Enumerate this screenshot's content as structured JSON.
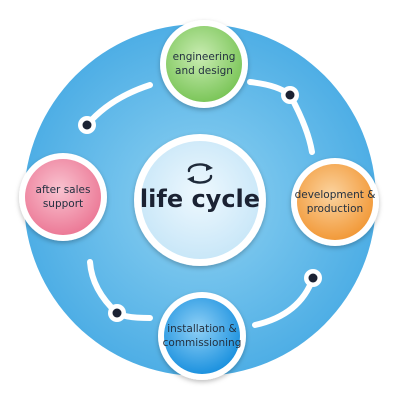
{
  "center": {
    "title": "life cycle",
    "icon": "refresh-cycle-icon"
  },
  "stages": [
    {
      "id": "engineering-and-design",
      "label": "engineering\nand design",
      "color": "#8fd16f"
    },
    {
      "id": "development-and-production",
      "label": "development &\nproduction",
      "color": "#f5a54a"
    },
    {
      "id": "installation-and-commissioning",
      "label": "installation &\ncommissioning",
      "color": "#2fa1e8"
    },
    {
      "id": "after-sales-support",
      "label": "after sales\nsupport",
      "color": "#f08aa2"
    }
  ],
  "colors": {
    "outer_ring": "#5cb8ea",
    "ring_track": "#ffffff",
    "dot": "#1b2233",
    "center_icon": "#1f2a3a"
  }
}
